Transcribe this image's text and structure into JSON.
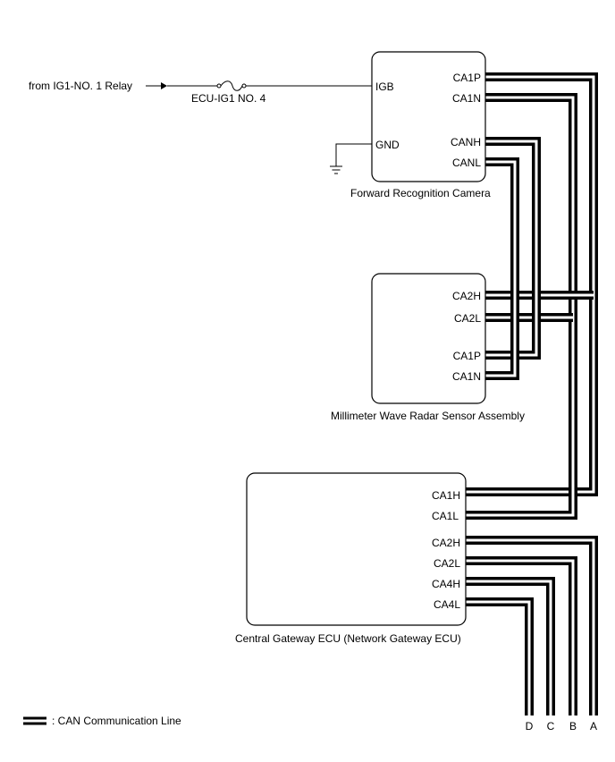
{
  "source": {
    "label": "from IG1-NO. 1 Relay"
  },
  "fuse": {
    "label": "ECU-IG1 NO. 4"
  },
  "camera": {
    "name": "Forward Recognition Camera",
    "pins": {
      "igb": "IGB",
      "gnd": "GND",
      "ca1p": "CA1P",
      "ca1n": "CA1N",
      "canh": "CANH",
      "canl": "CANL"
    }
  },
  "radar": {
    "name": "Millimeter Wave Radar Sensor Assembly",
    "pins": {
      "ca2h": "CA2H",
      "ca2l": "CA2L",
      "ca1p": "CA1P",
      "ca1n": "CA1N"
    }
  },
  "gateway": {
    "name": "Central Gateway ECU (Network Gateway ECU)",
    "pins": {
      "ca1h": "CA1H",
      "ca1l": "CA1L",
      "ca2h": "CA2H",
      "ca2l": "CA2L",
      "ca4h": "CA4H",
      "ca4l": "CA4L"
    }
  },
  "connectors": {
    "d": "D",
    "c": "C",
    "b": "B",
    "a": "A"
  },
  "legend": {
    "label": ": CAN Communication Line"
  }
}
